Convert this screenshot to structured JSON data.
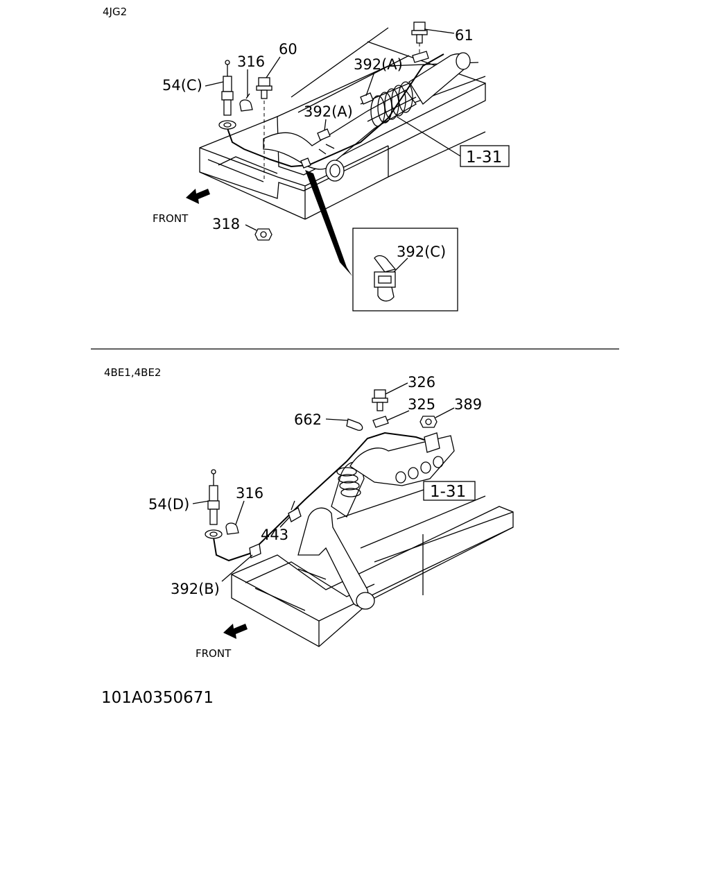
{
  "sections": [
    {
      "engine": "4JG2",
      "front": "FRONT",
      "callouts": [
        "61",
        "60",
        "316",
        "54(C)",
        "392(A)",
        "392(A)",
        "318"
      ],
      "ref_box": "1-31",
      "inset": {
        "label": "392(C)"
      }
    },
    {
      "engine": "4BE1,4BE2",
      "front": "FRONT",
      "callouts": [
        "326",
        "325",
        "389",
        "662",
        "316",
        "54(D)",
        "443",
        "392(B)"
      ],
      "ref_box": "1-31"
    }
  ],
  "drawing_number": "101A0350671"
}
